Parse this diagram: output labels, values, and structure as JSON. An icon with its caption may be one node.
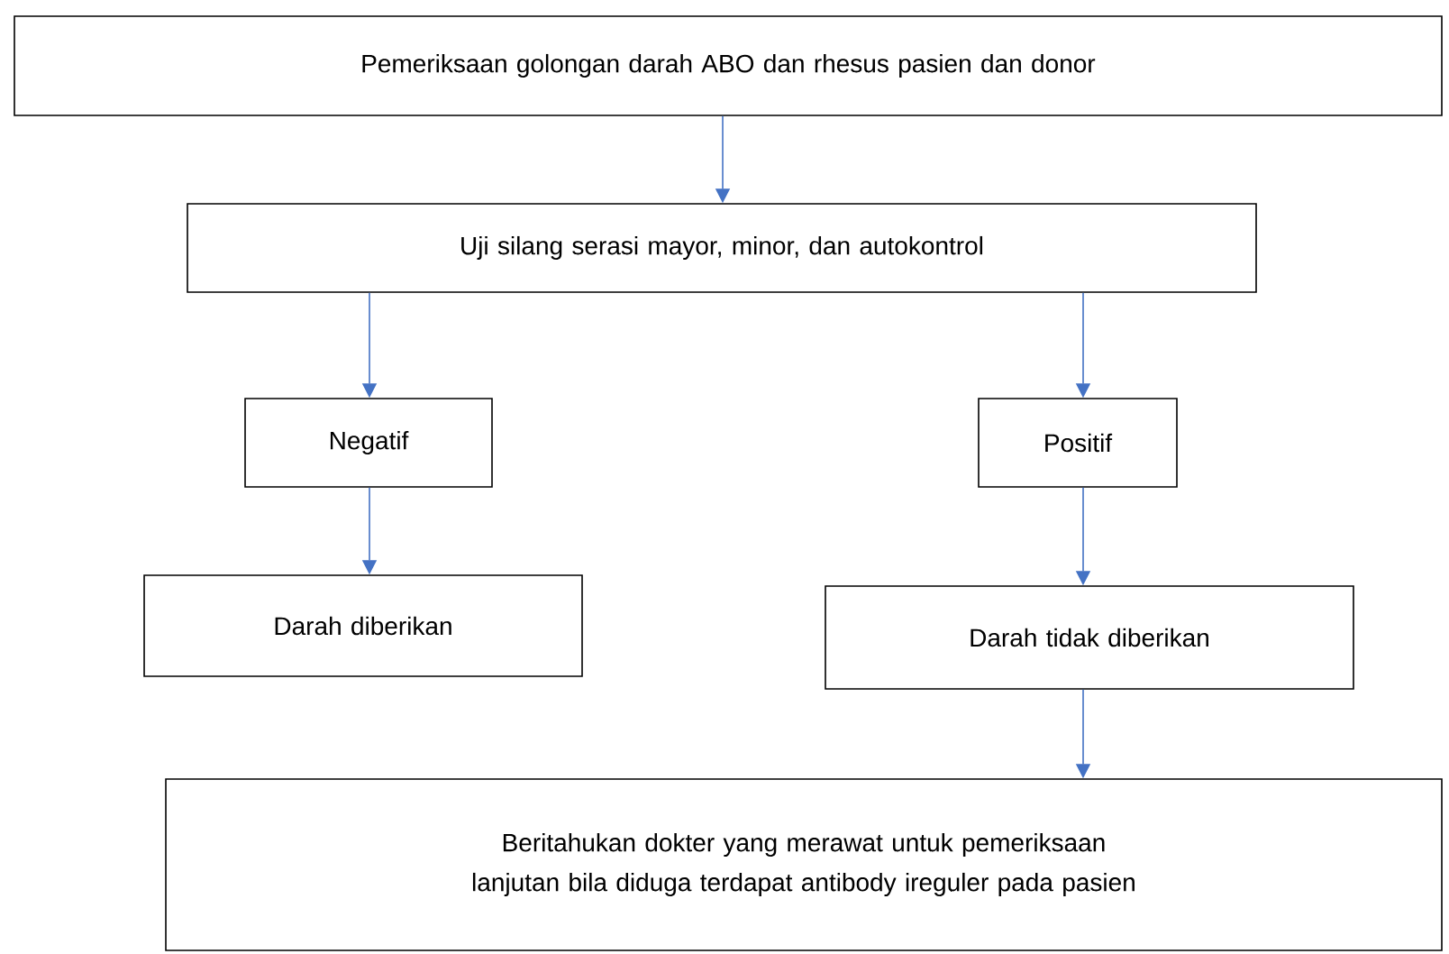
{
  "diagram": {
    "nodes": [
      {
        "text": [
          "Pemeriksaan golongan darah ABO dan rhesus pasien dan donor"
        ]
      },
      {
        "text": [
          "Uji silang serasi mayor, minor, dan autokontrol"
        ]
      },
      {
        "text": [
          "Negatif"
        ]
      },
      {
        "text": [
          "Positif"
        ]
      },
      {
        "text": [
          "Darah diberikan"
        ]
      },
      {
        "text": [
          "Darah tidak diberikan"
        ]
      },
      {
        "text": [
          "Beritahukan dokter yang merawat untuk pemeriksaan lanjutan bila diduga terdapat antibody ireguler pada pasien"
        ]
      }
    ],
    "edges": [
      {
        "from": 0,
        "to": 1,
        "arrow": "to"
      },
      {
        "from": 1,
        "to": 2,
        "arrow": "to"
      },
      {
        "from": 1,
        "to": 3,
        "arrow": "to"
      },
      {
        "from": 2,
        "to": 4,
        "arrow": "to"
      },
      {
        "from": 3,
        "to": 5,
        "arrow": "to"
      },
      {
        "from": 5,
        "to": 6,
        "arrow": "to"
      }
    ]
  }
}
